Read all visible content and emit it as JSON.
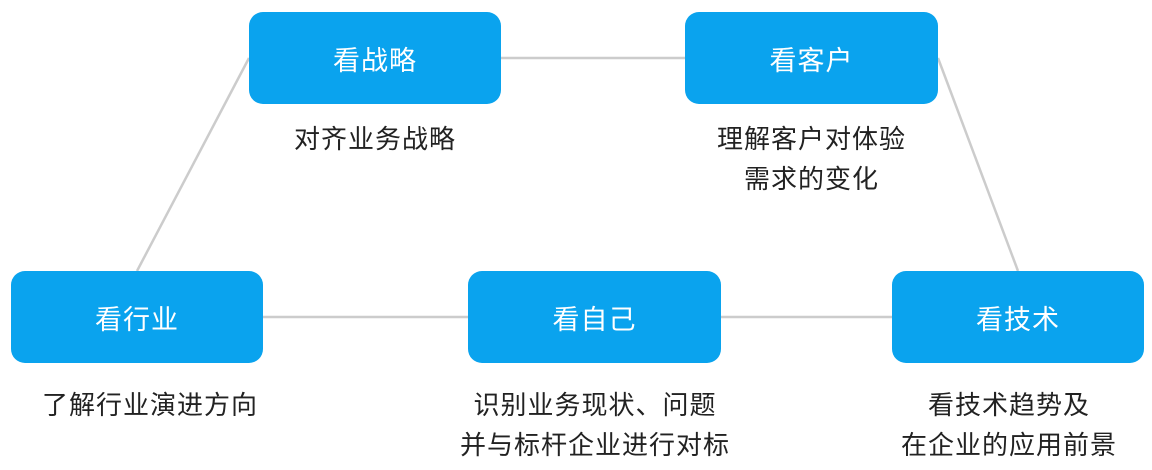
{
  "nodes": {
    "strategy": {
      "label": "看战略",
      "desc": [
        "对齐业务战略"
      ]
    },
    "customer": {
      "label": "看客户",
      "desc": [
        "理解客户对体验",
        "需求的变化"
      ]
    },
    "industry": {
      "label": "看行业",
      "desc": [
        "了解行业演进方向"
      ]
    },
    "self": {
      "label": "看自己",
      "desc": [
        "识别业务现状、问题",
        "并与标杆企业进行对标"
      ]
    },
    "tech": {
      "label": "看技术",
      "desc": [
        "看技术趋势及",
        "在企业的应用前景"
      ]
    }
  },
  "colors": {
    "node_fill": "#0aa3ee",
    "node_text": "#ffffff",
    "connector": "#cccccc",
    "desc_text": "#222222"
  }
}
